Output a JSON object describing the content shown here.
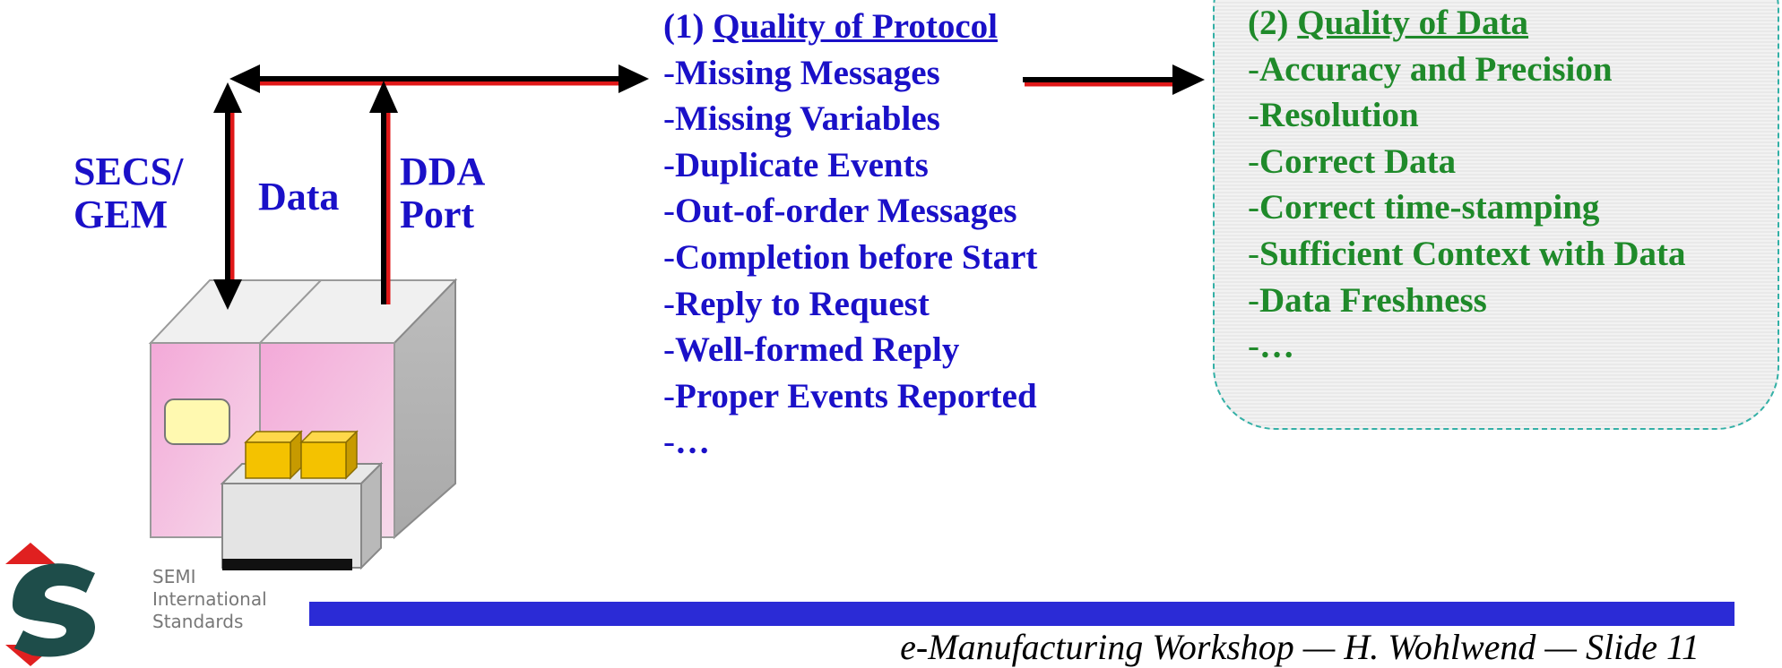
{
  "labels": {
    "secs_gem_line1": "SECS/",
    "secs_gem_line2": "GEM",
    "data": "Data",
    "dda_line1": "DDA",
    "dda_line2": "Port"
  },
  "protocol": {
    "number": "(1) ",
    "title": "Quality of Protocol",
    "items": [
      "Missing Messages",
      "Missing Variables",
      "Duplicate Events",
      "Out-of-order Messages",
      "Completion before Start",
      "Reply to Request",
      "Well-formed Reply",
      "Proper Events Reported",
      "…"
    ]
  },
  "data_quality": {
    "number": "(2) ",
    "title": "Quality of Data",
    "items": [
      "Accuracy and Precision",
      "Resolution",
      "Correct Data",
      "Correct time-stamping",
      "Sufficient Context with Data",
      "Data Freshness",
      "…"
    ]
  },
  "logo": {
    "line1": "SEMI",
    "line2": "International",
    "line3": "Standards"
  },
  "footer": {
    "text": "e-Manufacturing Workshop — H. Wohlwend — Slide 11"
  },
  "colors": {
    "blue_text": "#1a10c8",
    "green_text": "#1f8a2a",
    "footer_bar": "#2b2bd6",
    "logo_red": "#e02020",
    "logo_teal": "#1e4d4a"
  }
}
